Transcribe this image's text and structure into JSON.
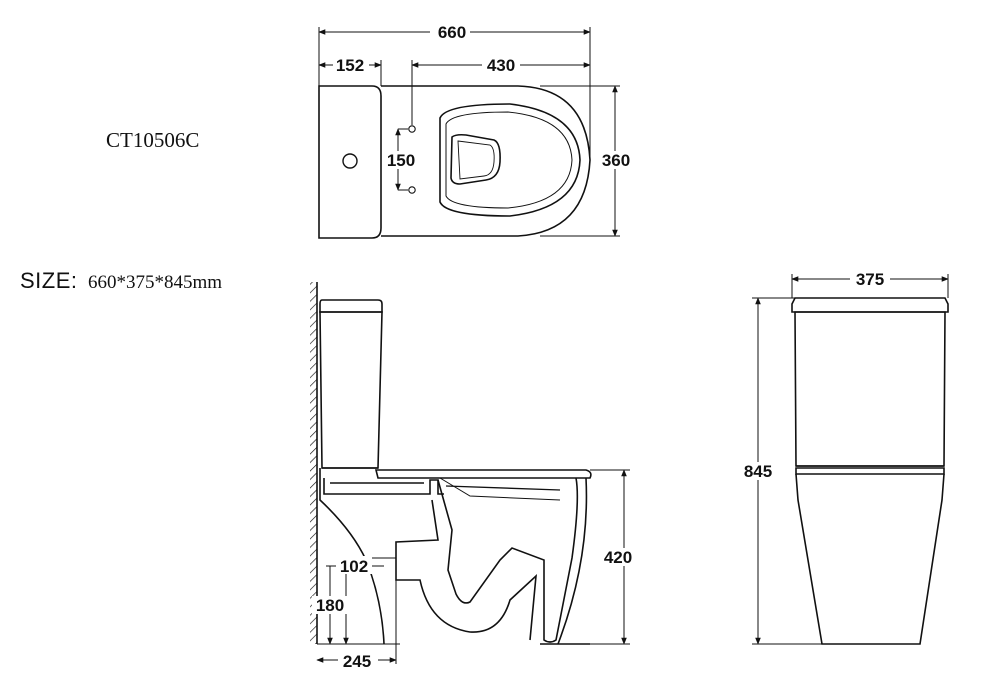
{
  "header": {
    "model": "CT10506C",
    "size_label": "SIZE:",
    "size_value": "660*375*845mm"
  },
  "dimensions": {
    "top_length": "660",
    "tank_depth": "152",
    "bowl_length": "430",
    "fixing_spacing": "150",
    "top_width": "360",
    "front_width": "375",
    "total_height": "845",
    "seat_height": "420",
    "outlet_offset_h": "102",
    "outlet_height": "180",
    "outlet_to_wall": "245"
  }
}
